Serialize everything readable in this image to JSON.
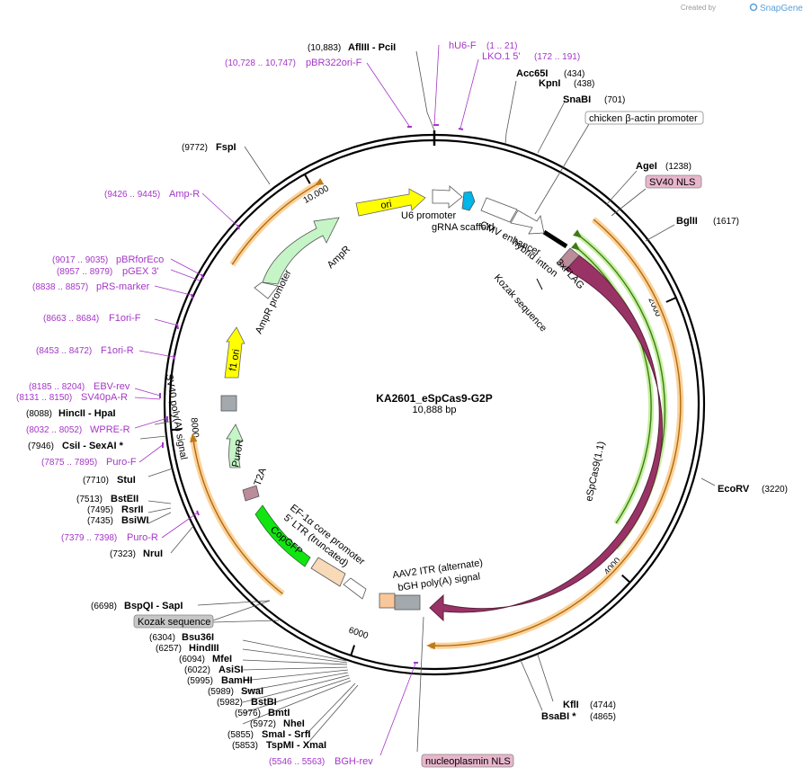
{
  "header": {
    "created_by": "Created by",
    "brand": "SnapGene"
  },
  "plasmid": {
    "name": "KA2601_eSpCas9-G2P",
    "length": "10,888 bp"
  },
  "ticks": [
    {
      "label": "10,000",
      "pos": 10000
    },
    {
      "label": "2000",
      "pos": 2000
    },
    {
      "label": "4000",
      "pos": 4000
    },
    {
      "label": "6000",
      "pos": 6000
    },
    {
      "label": "8000",
      "pos": 8000
    }
  ],
  "features": [
    {
      "name": "ori",
      "color": "#ffff00"
    },
    {
      "name": "U6 promoter",
      "color": "#ffffff"
    },
    {
      "name": "gRNA scaffold",
      "color": "#00b5e8"
    },
    {
      "name": "CMV enhancer",
      "color": "#ffffff"
    },
    {
      "name": "hybrid intron",
      "color": "#ffffff"
    },
    {
      "name": "3xFLAG",
      "color": "#bb8c9a"
    },
    {
      "name": "eSpCas9(1.1)",
      "color": "#993366"
    },
    {
      "name": "AAV2 ITR (alternate)",
      "color": "#f9c79a"
    },
    {
      "name": "bGH poly(A) signal",
      "color": "#a4a9ae"
    },
    {
      "name": "EF-1α core promoter",
      "color": "#ffffff"
    },
    {
      "name": "5' LTR (truncated)",
      "color": "#f8d9b8"
    },
    {
      "name": "CopGFP",
      "color": "#11e511"
    },
    {
      "name": "T2A",
      "color": "#bb8c9a"
    },
    {
      "name": "PuroR",
      "color": "#c5f5c6"
    },
    {
      "name": "SV40 poly(A) signal",
      "color": "#a4a9ae"
    },
    {
      "name": "f1 ori",
      "color": "#ffff00"
    },
    {
      "name": "AmpR promoter",
      "color": "#ffffff"
    },
    {
      "name": "AmpR",
      "color": "#c5f5c6"
    }
  ],
  "inner_labels": {
    "kozak": "Kozak sequence"
  },
  "boxed_labels": {
    "chicken": "chicken β-actin promoter",
    "sv40nls": "SV40 NLS",
    "kozak": "Kozak sequence",
    "nucleoplasmin": "nucleoplasmin NLS"
  },
  "enzymes_right": [
    {
      "name": "AflIII",
      "extra": "  -  PciI",
      "pos": "(10,883)"
    },
    {
      "name": "Acc65I",
      "pos": "(434)"
    },
    {
      "name": "KpnI",
      "pos": "(438)"
    },
    {
      "name": "SnaBI",
      "pos": "(701)"
    },
    {
      "name": "AgeI",
      "pos": "(1238)"
    },
    {
      "name": "BglII",
      "pos": "(1617)"
    },
    {
      "name": "EcoRV",
      "pos": "(3220)"
    },
    {
      "name": "KflI",
      "pos": "(4744)"
    },
    {
      "name": "BsaBI *",
      "pos": "(4865)"
    }
  ],
  "enzymes_left": [
    {
      "name": "FspI",
      "pos": "(9772)"
    },
    {
      "name": "HincII",
      "extra": "  -  HpaI",
      "pos": "(8088)"
    },
    {
      "name": "CsiI",
      "extra": "  -  SexAI *",
      "pos": "(7946)"
    },
    {
      "name": "StuI",
      "pos": "(7710)"
    },
    {
      "name": "BstEII",
      "pos": "(7513)"
    },
    {
      "name": "RsrII",
      "pos": "(7495)"
    },
    {
      "name": "BsiWI",
      "pos": "(7435)"
    },
    {
      "name": "NruI",
      "pos": "(7323)"
    },
    {
      "name": "BspQI",
      "extra": "  -  SapI",
      "pos": "(6698)"
    },
    {
      "name": "Bsu36I",
      "pos": "(6304)"
    },
    {
      "name": "HindIII",
      "pos": "(6257)"
    },
    {
      "name": "MfeI",
      "pos": "(6094)"
    },
    {
      "name": "AsiSI",
      "pos": "(6022)"
    },
    {
      "name": "BamHI",
      "pos": "(5995)"
    },
    {
      "name": "SwaI",
      "pos": "(5989)"
    },
    {
      "name": "BstBI",
      "pos": "(5982)"
    },
    {
      "name": "BmtI",
      "pos": "(5976)"
    },
    {
      "name": "NheI",
      "pos": "(5972)"
    },
    {
      "name": "SmaI",
      "extra": "  -  SrfI",
      "pos": "(5855)"
    },
    {
      "name": "TspMI",
      "extra": "  -  XmaI",
      "pos": "(5853)"
    }
  ],
  "primers": [
    {
      "name": "pBR322ori-F",
      "pos": "(10,728 .. 10,747)"
    },
    {
      "name": "hU6-F",
      "pos": "(1 .. 21)"
    },
    {
      "name": "LKO.1 5'",
      "pos": "(172 .. 191)"
    },
    {
      "name": "Amp-R",
      "pos": "(9426 .. 9445)"
    },
    {
      "name": "pBRforEco",
      "pos": "(9017 .. 9035)"
    },
    {
      "name": "pGEX 3'",
      "pos": "(8957 .. 8979)"
    },
    {
      "name": "pRS-marker",
      "pos": "(8838 .. 8857)"
    },
    {
      "name": "F1ori-F",
      "pos": "(8663 .. 8684)"
    },
    {
      "name": "F1ori-R",
      "pos": "(8453 .. 8472)"
    },
    {
      "name": "EBV-rev",
      "pos": "(8185 .. 8204)"
    },
    {
      "name": "SV40pA-R",
      "pos": "(8131 .. 8150)"
    },
    {
      "name": "WPRE-R",
      "pos": "(8032 .. 8052)"
    },
    {
      "name": "Puro-F",
      "pos": "(7875 .. 7895)"
    },
    {
      "name": "Puro-R",
      "pos": "(7379 .. 7398)"
    },
    {
      "name": "BGH-rev",
      "pos": "(5546 .. 5563)"
    }
  ]
}
